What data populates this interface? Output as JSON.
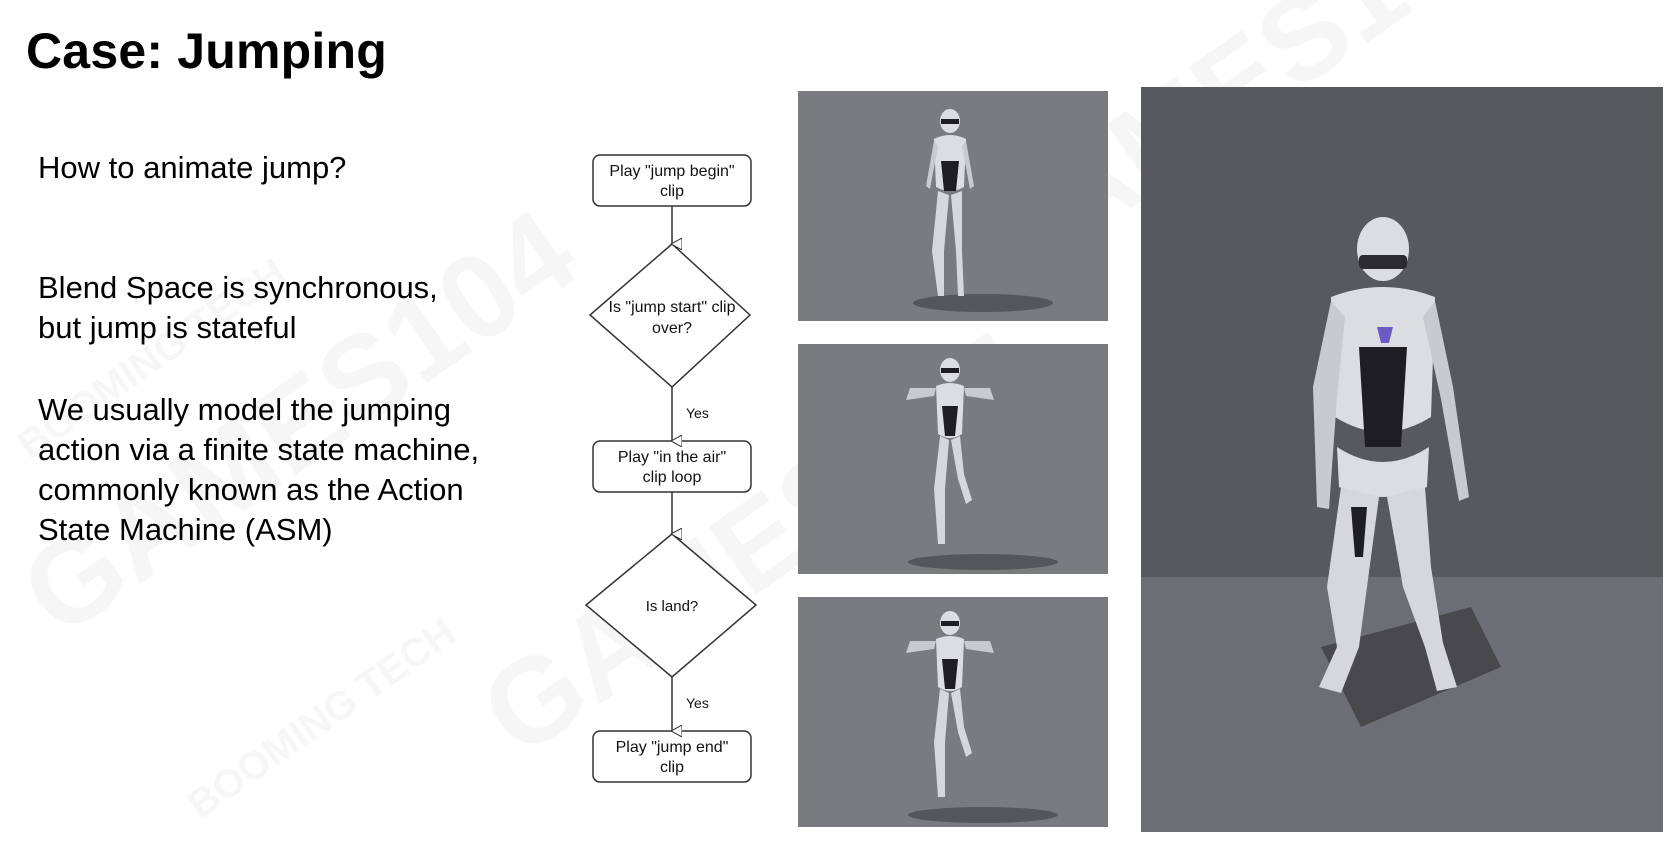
{
  "slide": {
    "title": "Case: Jumping",
    "question": "How to animate jump?",
    "paragraph1": [
      "Blend Space is synchronous,",
      "but jump is stateful"
    ],
    "paragraph2": [
      "We usually model the jumping",
      "action via a finite state machine,",
      "commonly known as the Action",
      "State Machine (ASM)"
    ]
  },
  "flowchart": {
    "step1": [
      "Play \"jump begin\"",
      "clip"
    ],
    "decision1": [
      "Is \"jump start\" clip",
      "over?"
    ],
    "yes1": "Yes",
    "step2": [
      "Play \"in the air\"",
      "clip loop"
    ],
    "decision2": [
      "Is land?"
    ],
    "yes2": "Yes",
    "step3": [
      "Play \"jump end\"",
      "clip"
    ]
  },
  "watermark": [
    "GAMES104",
    "BOOMING TECH"
  ],
  "colors": {
    "thumb_bg": "#7a7b7f",
    "main_wall": "#58595c",
    "main_floor": "#6d6e75",
    "robot_white": "#dcdde2",
    "robot_dark": "#1e1e22"
  }
}
